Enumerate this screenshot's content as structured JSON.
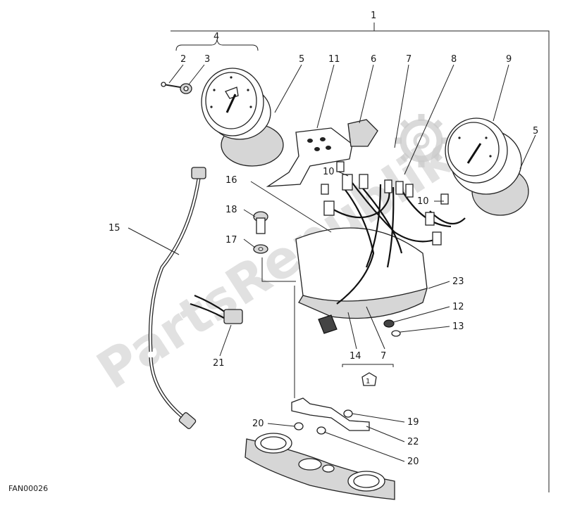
{
  "diagram": {
    "drawing_code": "FAN00026",
    "watermark": "PartsRepublik",
    "callouts": [
      "1",
      "4",
      "2",
      "3",
      "5",
      "11",
      "6",
      "7",
      "8",
      "9",
      "5",
      "10",
      "16",
      "18",
      "17",
      "15",
      "10",
      "23",
      "12",
      "13",
      "21",
      "14",
      "7",
      "1",
      "19",
      "20",
      "22",
      "20"
    ]
  }
}
